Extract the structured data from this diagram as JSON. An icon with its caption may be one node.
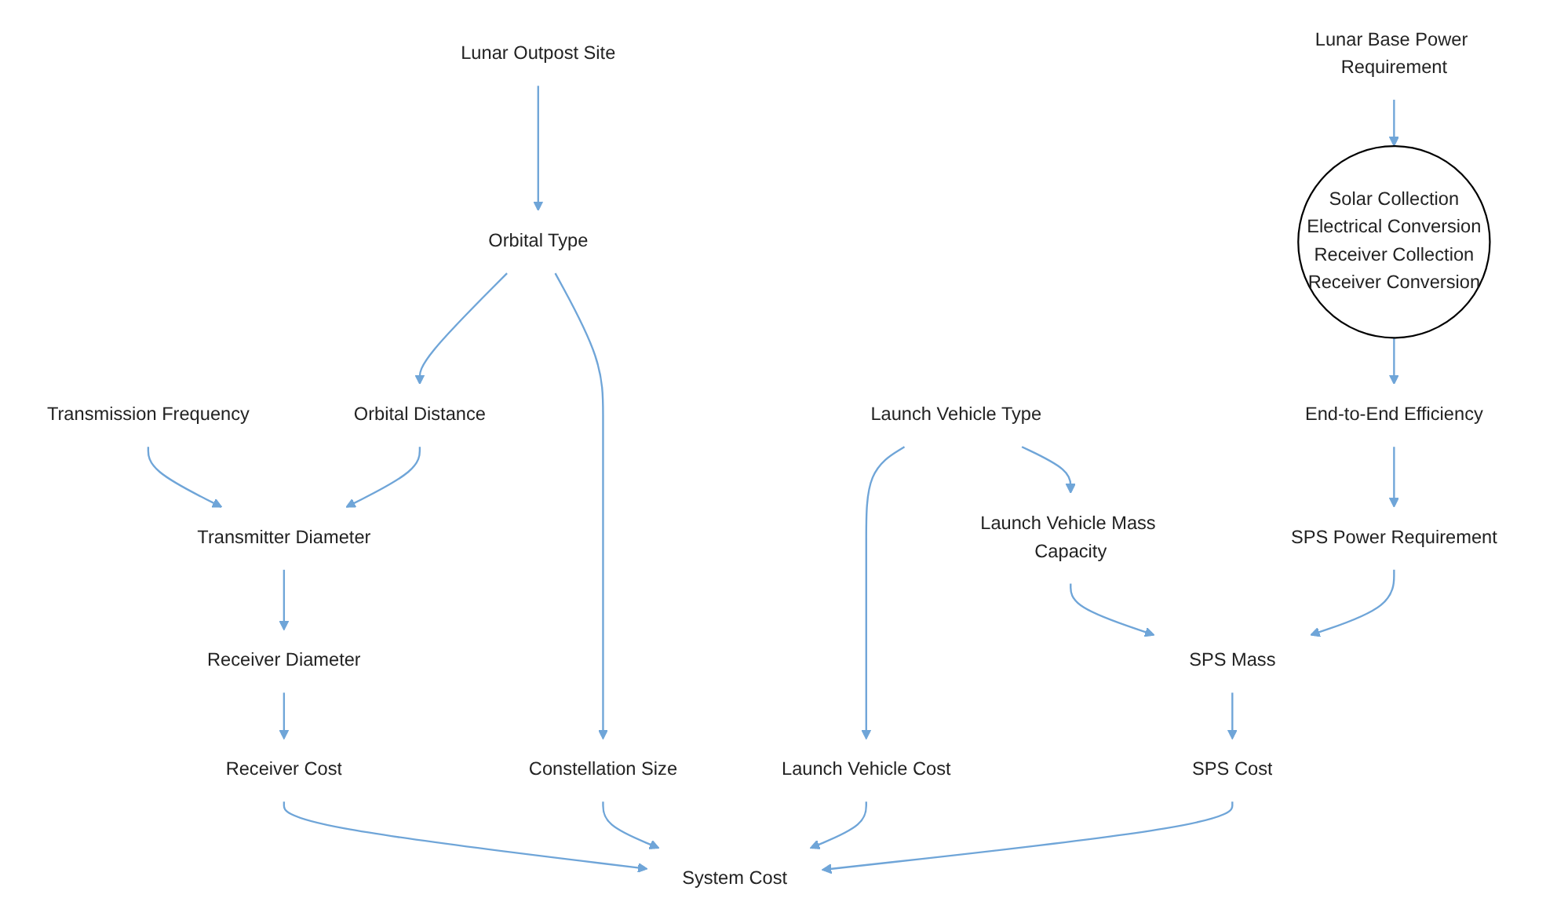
{
  "diagram": {
    "nodes": [
      {
        "text": [
          "Lunar Base Power Requirement"
        ]
      },
      {
        "text": [
          "Solar Collection",
          "Electrical Conversion",
          "Receiver Collection",
          "Receiver Conversion"
        ]
      },
      {
        "text": [
          "Lunar Outpost Site"
        ]
      },
      {
        "text": [
          "Orbital Type"
        ]
      },
      {
        "text": [
          "Transmission Frequency"
        ]
      },
      {
        "text": [
          "Constellation Size"
        ]
      },
      {
        "text": [
          "Orbital Distance"
        ]
      },
      {
        "text": [
          "End-to-End Efficiency"
        ]
      },
      {
        "text": [
          "Transmitter Diameter"
        ]
      },
      {
        "text": [
          "SPS Power Requirement"
        ]
      },
      {
        "text": [
          "Receiver Diameter"
        ]
      },
      {
        "text": [
          "Launch Vehicle Type"
        ]
      },
      {
        "text": [
          "Launch Vehicle Mass Capacity"
        ]
      },
      {
        "text": [
          "SPS Mass"
        ]
      },
      {
        "text": [
          "Receiver Cost"
        ]
      },
      {
        "text": [
          "SPS Cost"
        ]
      },
      {
        "text": [
          "Launch Vehicle Cost"
        ]
      },
      {
        "text": [
          "System Cost"
        ]
      }
    ],
    "edges": [
      {
        "from": 0,
        "to": 1,
        "arrow": "to"
      },
      {
        "from": 2,
        "to": 3,
        "arrow": "to"
      },
      {
        "from": 3,
        "to": 5,
        "arrow": "to"
      },
      {
        "from": 3,
        "to": 6,
        "arrow": "to"
      },
      {
        "from": 4,
        "to": 8,
        "arrow": "to"
      },
      {
        "from": 6,
        "to": 8,
        "arrow": "to"
      },
      {
        "from": 1,
        "to": 7,
        "arrow": "to"
      },
      {
        "from": 7,
        "to": 9,
        "arrow": "to"
      },
      {
        "from": 5,
        "to": 17,
        "arrow": "to"
      },
      {
        "from": 8,
        "to": 10,
        "arrow": "to"
      },
      {
        "from": 10,
        "to": 14,
        "arrow": "to"
      },
      {
        "from": 9,
        "to": 13,
        "arrow": "to"
      },
      {
        "from": 11,
        "to": 12,
        "arrow": "to"
      },
      {
        "from": 11,
        "to": 16,
        "arrow": "to"
      },
      {
        "from": 12,
        "to": 13,
        "arrow": "to"
      },
      {
        "from": 13,
        "to": 15,
        "arrow": "to"
      },
      {
        "from": 15,
        "to": 17,
        "arrow": "to"
      },
      {
        "from": 14,
        "to": 17,
        "arrow": "to"
      },
      {
        "from": 16,
        "to": 17,
        "arrow": "to"
      }
    ]
  }
}
